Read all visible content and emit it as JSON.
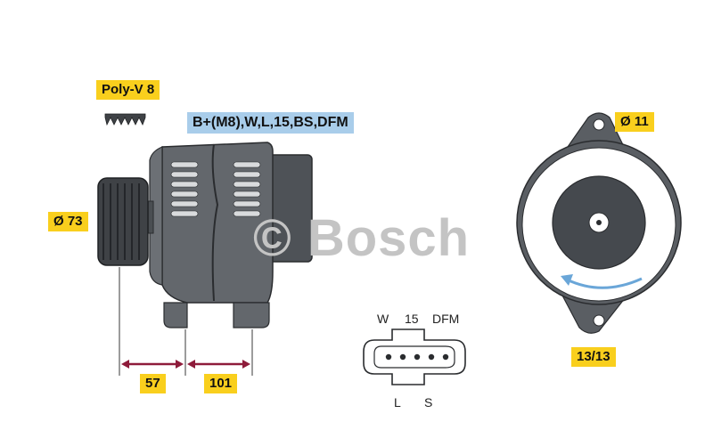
{
  "labels": {
    "belt": "Poly-V 8",
    "pulley_diameter": "Ø 73",
    "connection": "B+(M8),W,L,15,BS,DFM",
    "hole_diameter": "Ø 11",
    "clock_position": "13/13",
    "dim_left": "57",
    "dim_right": "101"
  },
  "connector": {
    "top_pins": [
      "W",
      "15",
      "DFM"
    ],
    "bottom_pins": [
      "L",
      "S"
    ]
  },
  "watermark": "© Bosch",
  "colors": {
    "tag_yellow": "#f9cf1d",
    "connection_blue": "#a9cdea",
    "dimension_red": "#8e1b3a",
    "body_gray": "#5a5e63",
    "watermark_gray": "#c4c4c4",
    "arrow_blue": "#6aa6d8"
  }
}
